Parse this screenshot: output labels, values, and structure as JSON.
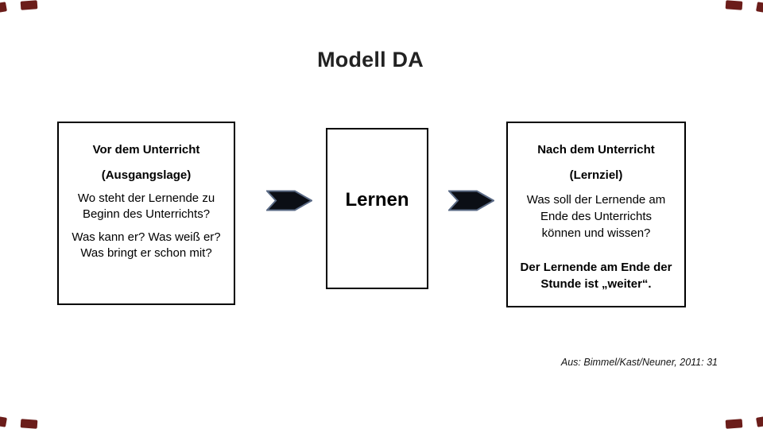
{
  "slide": {
    "title": "Modell DA",
    "caption": "Aus: Bimmel/Kast/Neuner, 2011: 31"
  },
  "left_box": {
    "heading": "Vor dem Unterricht",
    "subheading": "(Ausgangslage)",
    "para1_line1": "Wo steht der Lernende zu",
    "para1_line2": "Beginn des Unterrichts?",
    "para2_line1": "Was kann er? Was weiß er?",
    "para2_line2": "Was bringt er schon mit?"
  },
  "center_box": {
    "label": "Lernen"
  },
  "right_box": {
    "heading": "Nach dem Unterricht",
    "subheading": "(Lernziel)",
    "para1_line1": "Was soll der Lernende am",
    "para1_line2": "Ende des Unterrichts",
    "para1_line3": "können und wissen?",
    "para2_line1": "Der Lernende am Ende der",
    "para2_line2": "Stunde ist „weiter“."
  },
  "icons": {
    "arrow_left_of_center": "chevron-arrow-right",
    "arrow_right_of_center": "chevron-arrow-right"
  },
  "colors": {
    "arrow_fill": "#0b0e15",
    "arrow_outline": "#5a6a85",
    "corner_accent": "#6b1d1a",
    "title_text": "#222222"
  }
}
